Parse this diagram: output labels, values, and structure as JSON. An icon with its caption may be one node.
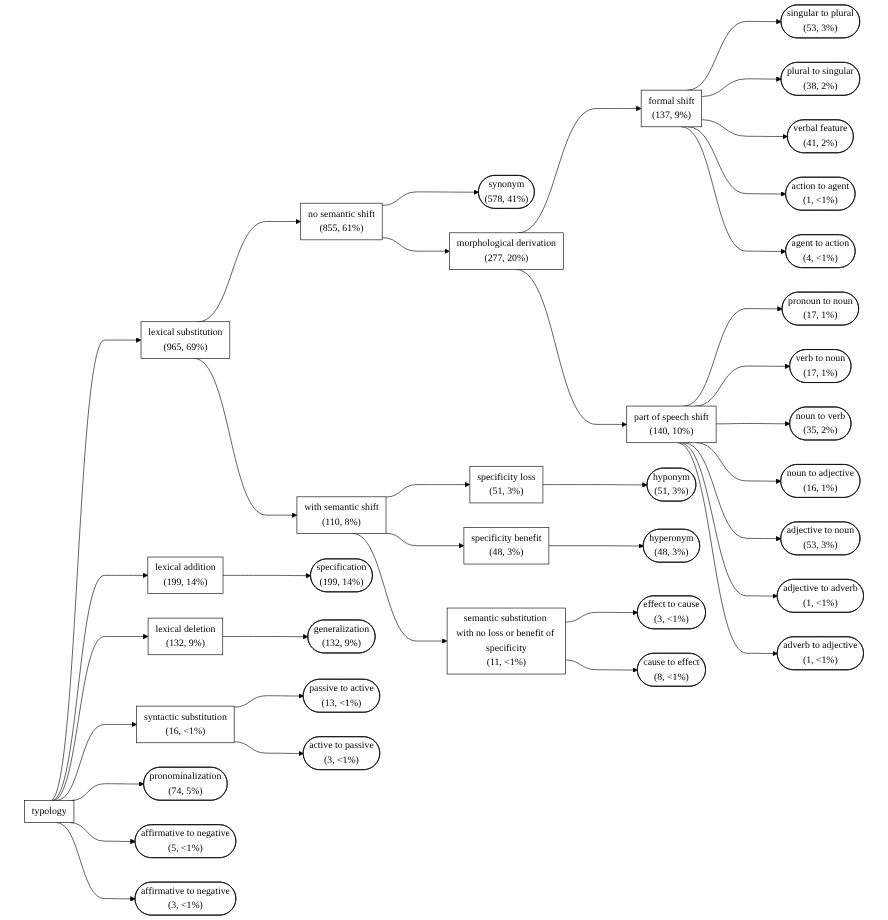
{
  "diagram": {
    "nodes": [
      {
        "text": [
          "typology"
        ]
      },
      {
        "text": [
          "lexical substitution",
          "(965, 69%)"
        ]
      },
      {
        "text": [
          "lexical addition",
          "(199, 14%)"
        ]
      },
      {
        "text": [
          "lexical deletion",
          "(132, 9%)"
        ]
      },
      {
        "text": [
          "syntactic substitution",
          "(16, <1%)"
        ]
      },
      {
        "text": [
          "pronominalization",
          "(74, 5%)"
        ]
      },
      {
        "text": [
          "affirmative to negative",
          "(5, <1%)"
        ]
      },
      {
        "text": [
          "affirmative to negative",
          "(3, <1%)"
        ]
      },
      {
        "text": [
          "no semantic shift",
          "(855, 61%)"
        ]
      },
      {
        "text": [
          "with semantic shift",
          "(110, 8%)"
        ]
      },
      {
        "text": [
          "specification",
          "(199, 14%)"
        ]
      },
      {
        "text": [
          "generalization",
          "(132, 9%)"
        ]
      },
      {
        "text": [
          "passive to active",
          "(13, <1%)"
        ]
      },
      {
        "text": [
          "active to passive",
          "(3, <1%)"
        ]
      },
      {
        "text": [
          "synonym",
          "(578, 41%)"
        ]
      },
      {
        "text": [
          "morphological derivation",
          "(277, 20%)"
        ]
      },
      {
        "text": [
          "specificity loss",
          "(51, 3%)"
        ]
      },
      {
        "text": [
          "specificity benefit",
          "(48, 3%)"
        ]
      },
      {
        "text": [
          "semantic substitution with no loss or benefit of specificity",
          "(11, <1%)"
        ]
      },
      {
        "text": [
          "formal shift",
          "(137, 9%)"
        ]
      },
      {
        "text": [
          "part of speech shift",
          "(140, 10%)"
        ]
      },
      {
        "text": [
          "hyponym",
          "(51, 3%)"
        ]
      },
      {
        "text": [
          "hyperonym",
          "(48, 3%)"
        ]
      },
      {
        "text": [
          "effect to cause",
          "(3, <1%)"
        ]
      },
      {
        "text": [
          "cause to effect",
          "(8, <1%)"
        ]
      },
      {
        "text": [
          "singular to plural",
          "(53, 3%)"
        ]
      },
      {
        "text": [
          "plural to singular",
          "(38, 2%)"
        ]
      },
      {
        "text": [
          "verbal feature",
          "(41, 2%)"
        ]
      },
      {
        "text": [
          "action to agent",
          "(1, <1%)"
        ]
      },
      {
        "text": [
          "agent to action",
          "(4, <1%)"
        ]
      },
      {
        "text": [
          "pronoun to noun",
          "(17, 1%)"
        ]
      },
      {
        "text": [
          "verb to noun",
          "(17, 1%)"
        ]
      },
      {
        "text": [
          "noun to verb",
          "(35, 2%)"
        ]
      },
      {
        "text": [
          "noun to adjective",
          "(16, 1%)"
        ]
      },
      {
        "text": [
          "adjective to noun",
          "(53, 3%)"
        ]
      },
      {
        "text": [
          "adjective to adverb",
          "(1, <1%)"
        ]
      },
      {
        "text": [
          "adverb to adjective",
          "(1, <1%)"
        ]
      }
    ],
    "edges": [
      {
        "from": 0,
        "to": 1,
        "arrow": "to"
      },
      {
        "from": 0,
        "to": 2,
        "arrow": "to"
      },
      {
        "from": 0,
        "to": 3,
        "arrow": "to"
      },
      {
        "from": 0,
        "to": 4,
        "arrow": "to"
      },
      {
        "from": 0,
        "to": 5,
        "arrow": "to"
      },
      {
        "from": 0,
        "to": 6,
        "arrow": "to"
      },
      {
        "from": 0,
        "to": 7,
        "arrow": "to"
      },
      {
        "from": 1,
        "to": 8,
        "arrow": "to"
      },
      {
        "from": 1,
        "to": 9,
        "arrow": "to"
      },
      {
        "from": 2,
        "to": 10,
        "arrow": "to"
      },
      {
        "from": 3,
        "to": 11,
        "arrow": "to"
      },
      {
        "from": 4,
        "to": 12,
        "arrow": "to"
      },
      {
        "from": 4,
        "to": 13,
        "arrow": "to"
      },
      {
        "from": 8,
        "to": 14,
        "arrow": "to"
      },
      {
        "from": 8,
        "to": 15,
        "arrow": "to"
      },
      {
        "from": 9,
        "to": 16,
        "arrow": "to"
      },
      {
        "from": 9,
        "to": 17,
        "arrow": "to"
      },
      {
        "from": 9,
        "to": 18,
        "arrow": "to"
      },
      {
        "from": 15,
        "to": 19,
        "arrow": "to"
      },
      {
        "from": 15,
        "to": 20,
        "arrow": "to"
      },
      {
        "from": 16,
        "to": 21,
        "arrow": "to"
      },
      {
        "from": 17,
        "to": 22,
        "arrow": "to"
      },
      {
        "from": 18,
        "to": 23,
        "arrow": "to"
      },
      {
        "from": 18,
        "to": 24,
        "arrow": "to"
      },
      {
        "from": 19,
        "to": 25,
        "arrow": "to"
      },
      {
        "from": 19,
        "to": 26,
        "arrow": "to"
      },
      {
        "from": 19,
        "to": 27,
        "arrow": "to"
      },
      {
        "from": 19,
        "to": 28,
        "arrow": "to"
      },
      {
        "from": 19,
        "to": 29,
        "arrow": "to"
      },
      {
        "from": 20,
        "to": 30,
        "arrow": "to"
      },
      {
        "from": 20,
        "to": 31,
        "arrow": "to"
      },
      {
        "from": 20,
        "to": 32,
        "arrow": "to"
      },
      {
        "from": 20,
        "to": 33,
        "arrow": "to"
      },
      {
        "from": 20,
        "to": 34,
        "arrow": "to"
      },
      {
        "from": 20,
        "to": 35,
        "arrow": "to"
      },
      {
        "from": 20,
        "to": 36,
        "arrow": "to"
      }
    ]
  }
}
